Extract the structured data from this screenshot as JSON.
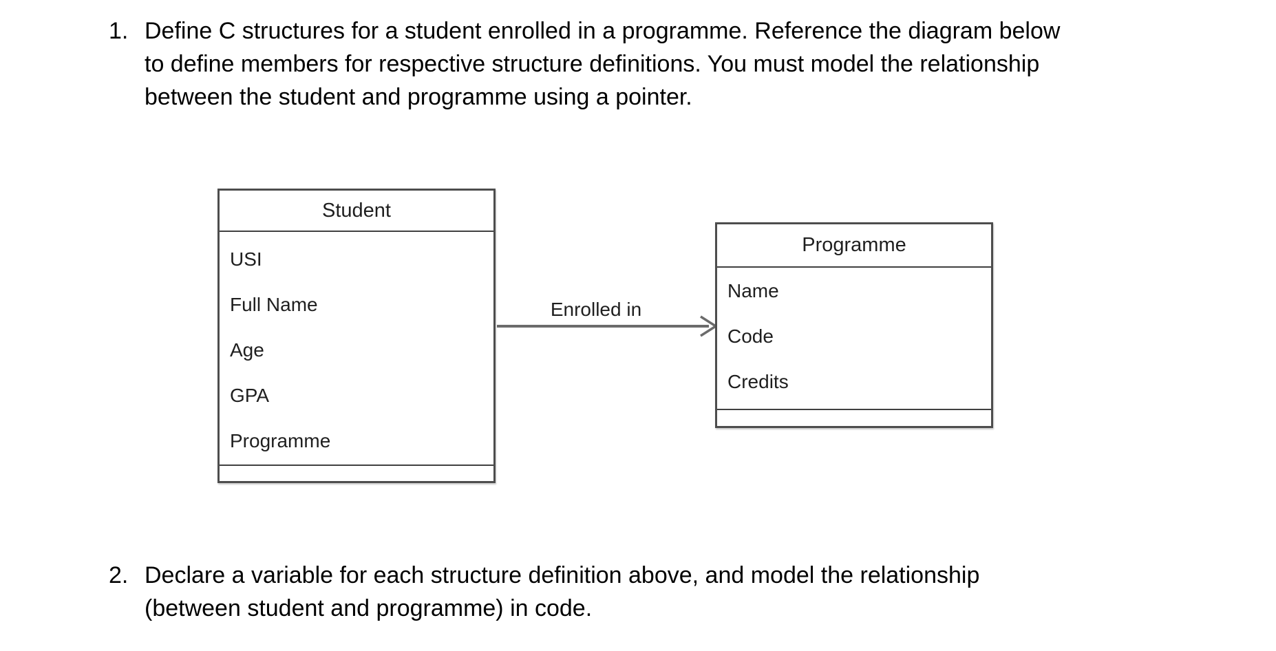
{
  "colors": {
    "text": "#000000",
    "diagram-text": "#1f1f1f",
    "box-border": "#4d4d4d",
    "separator": "#404040",
    "connector": "#6b6b6b",
    "background": "#ffffff"
  },
  "questions": [
    {
      "number": "1.",
      "lines": [
        "Define C structures for a student enrolled in a programme. Reference the diagram below",
        "to define members for respective structure definitions. You must model the relationship",
        "between the student and programme using a pointer."
      ]
    },
    {
      "number": "2.",
      "lines": [
        "Declare a variable for each structure definition above, and model the relationship",
        "(between student and programme) in code."
      ]
    }
  ],
  "diagram": {
    "student": {
      "title": "Student",
      "members": [
        "USI",
        "Full Name",
        "Age",
        "GPA",
        "Programme"
      ]
    },
    "programme": {
      "title": "Programme",
      "members": [
        "Name",
        "Code",
        "Credits"
      ]
    },
    "relationship": {
      "label": "Enrolled in"
    }
  }
}
